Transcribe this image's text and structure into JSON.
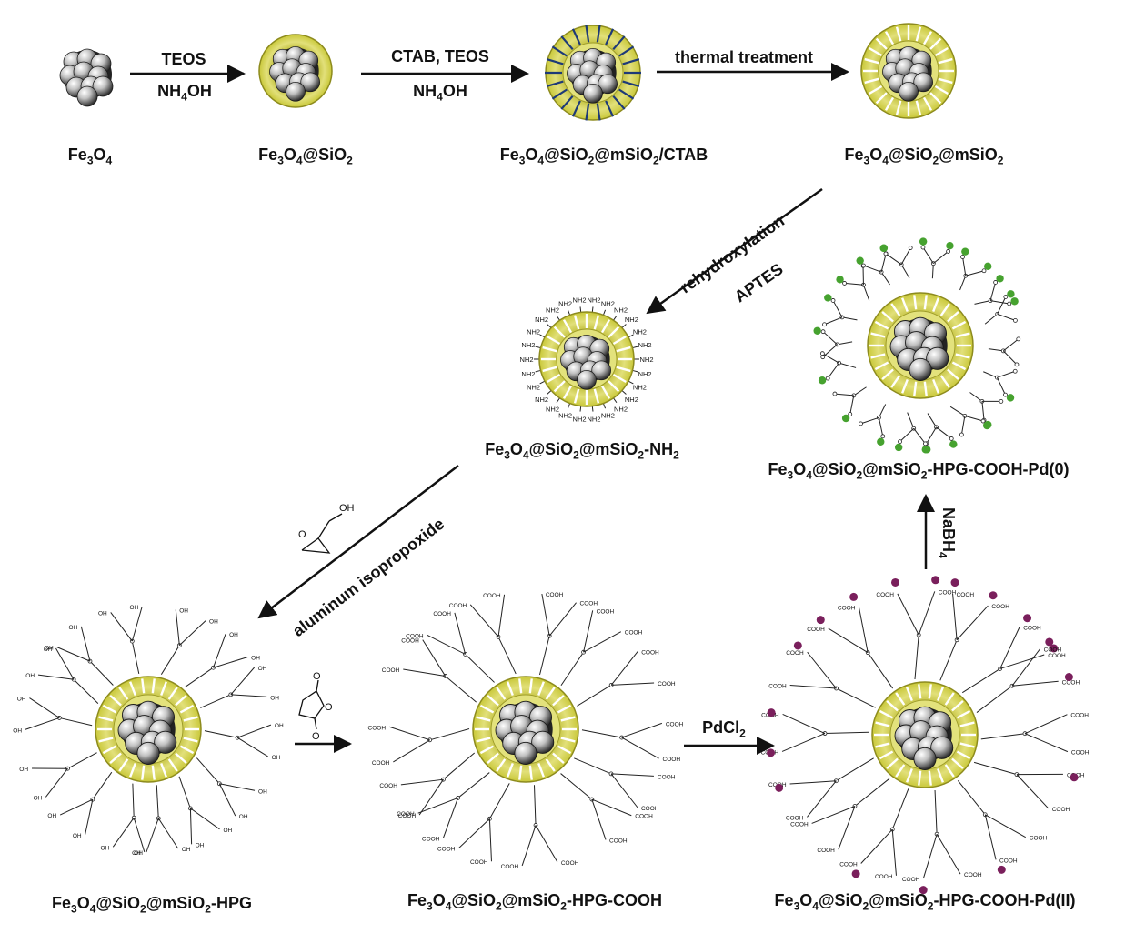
{
  "colors": {
    "shell": "#c9c83a",
    "shell_light": "#eceb95",
    "pd2": "#7a1f5c",
    "pd0": "#46a22f",
    "ctab": "#1e3a78"
  },
  "nodes": [
    {
      "id": "fe3o4",
      "label": "Fe3O4"
    },
    {
      "id": "fe3o4-sio2",
      "label": "Fe3O4@SiO2"
    },
    {
      "id": "fe3o4-sio2-msio2-ctab",
      "label": "Fe3O4@SiO2@mSiO2/CTAB"
    },
    {
      "id": "fe3o4-sio2-msio2",
      "label": "Fe3O4@SiO2@mSiO2"
    },
    {
      "id": "fe3o4-sio2-msio2-nh2",
      "label": "Fe3O4@SiO2@mSiO2-NH2"
    },
    {
      "id": "fe3o4-sio2-msio2-hpg-cooh-pd0",
      "label": "Fe3O4@SiO2@mSiO2-HPG-COOH-Pd(0)"
    },
    {
      "id": "fe3o4-sio2-msio2-hpg",
      "label": "Fe3O4@SiO2@mSiO2-HPG"
    },
    {
      "id": "fe3o4-sio2-msio2-hpg-cooh",
      "label": "Fe3O4@SiO2@mSiO2-HPG-COOH"
    },
    {
      "id": "fe3o4-sio2-msio2-hpg-cooh-pd2",
      "label": "Fe3O4@SiO2@mSiO2-HPG-COOH-Pd(II)"
    }
  ],
  "reagents": {
    "step1_top": "TEOS",
    "step1_bottom": "NH4OH",
    "step2_top": "CTAB, TEOS",
    "step2_bottom": "NH4OH",
    "step3": "thermal treatment",
    "step4_top": "rehydroxylation",
    "step4_bottom": "APTES",
    "step5": "aluminum isopropoxide",
    "step5_struct_label": "OH",
    "step6_struct_label": "O",
    "step7": "PdCl2",
    "step8": "NaBH4"
  },
  "surface_groups": {
    "amine": "NH2",
    "hydroxyl": "OH",
    "carboxyl": "COOH"
  }
}
